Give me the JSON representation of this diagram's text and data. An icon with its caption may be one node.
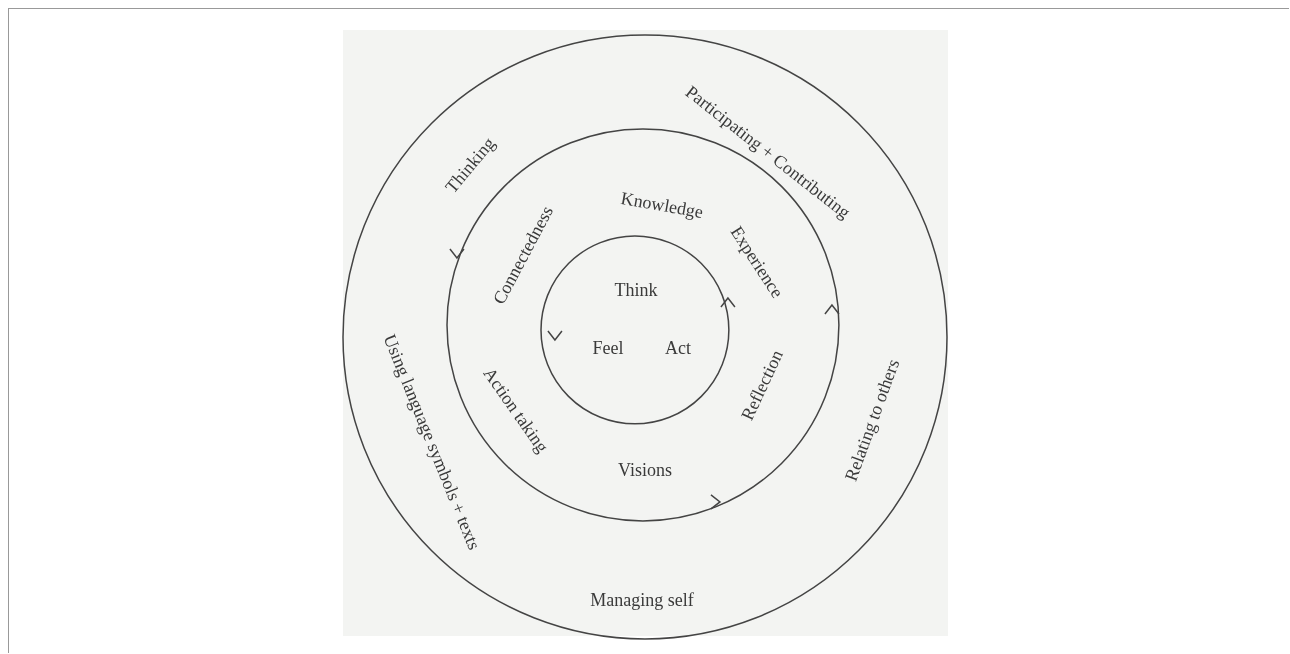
{
  "diagram": {
    "nodes": [
      {
        "text": [
          "Thinking",
          "Participating + Contributing",
          "Relating to others",
          "Managing self",
          "Using language symbols + texts"
        ]
      },
      {
        "text": [
          "Knowledge",
          "Experience",
          "Reflection",
          "Visions",
          "Action taking",
          "Connectedness"
        ],
        "in": 0
      },
      {
        "text": [
          "Think",
          "Feel",
          "Act"
        ],
        "in": 1
      }
    ],
    "edges": []
  }
}
